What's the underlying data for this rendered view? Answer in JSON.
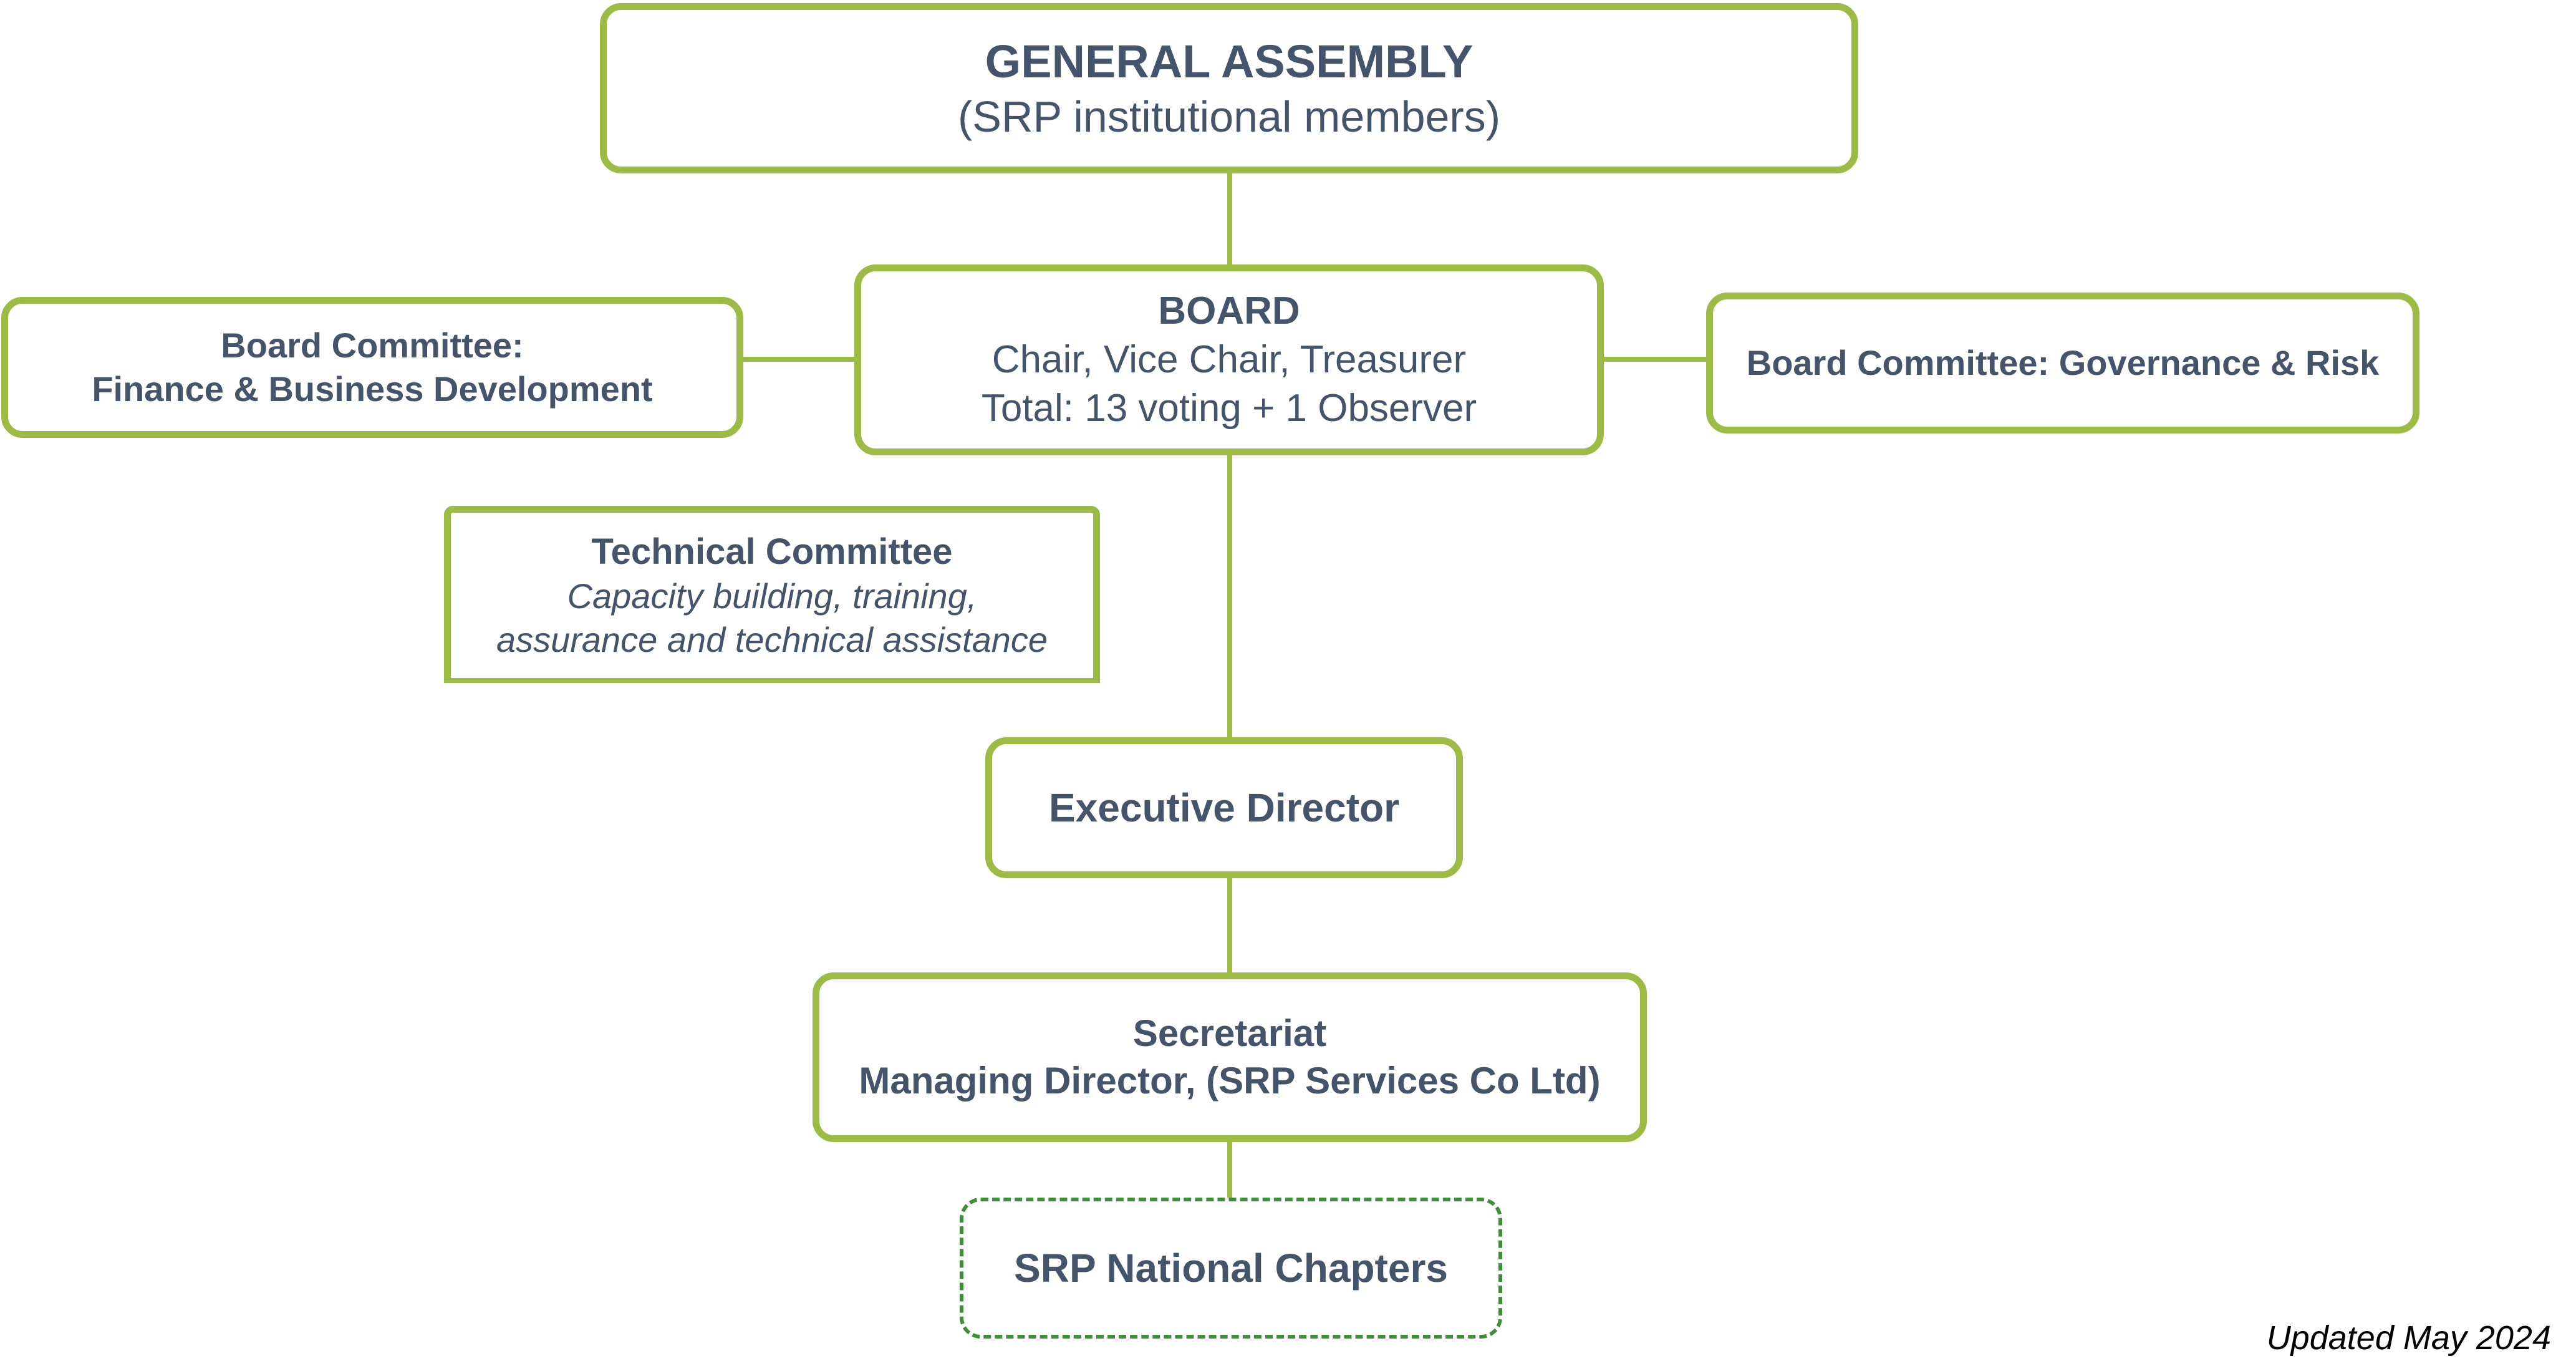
{
  "general_assembly": {
    "title": "GENERAL ASSEMBLY",
    "subtitle": "(SRP institutional members)"
  },
  "board": {
    "title": "BOARD",
    "line1": "Chair, Vice Chair, Treasurer",
    "line2": "Total: 13 voting + 1 Observer"
  },
  "finance_committee": {
    "line1": "Board Committee:",
    "line2": "Finance & Business Development"
  },
  "governance_committee": {
    "label": "Board Committee: Governance & Risk"
  },
  "technical_committee": {
    "title": "Technical Committee",
    "line1": "Capacity building, training,",
    "line2": "assurance and technical assistance"
  },
  "executive_director": {
    "label": "Executive Director"
  },
  "secretariat": {
    "title": "Secretariat",
    "line2": "Managing Director, (SRP Services Co Ltd)"
  },
  "national_chapters": {
    "label": "SRP National Chapters"
  },
  "footer": {
    "updated": "Updated May 2024"
  },
  "colors": {
    "border": "#9bbb44",
    "dashed_border": "#3f8f3a",
    "text": "#44546a"
  }
}
